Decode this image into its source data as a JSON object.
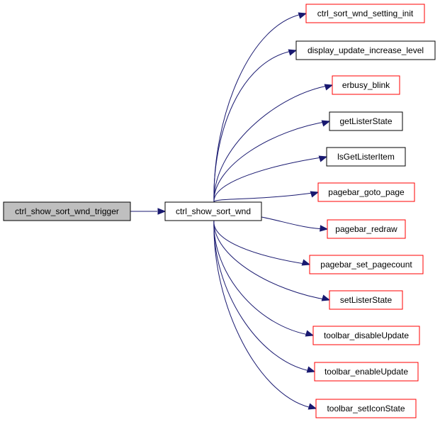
{
  "graph": {
    "root": {
      "label": "ctrl_show_sort_wnd_trigger",
      "fill": "#bfbfbf",
      "border": "#000000"
    },
    "caller": {
      "label": "ctrl_show_sort_wnd",
      "fill": "#ffffff",
      "border": "#000000"
    },
    "callees": [
      {
        "label": "ctrl_sort_wnd_setting_init",
        "border": "#ff0000"
      },
      {
        "label": "display_update_increase_level",
        "border": "#000000"
      },
      {
        "label": "erbusy_blink",
        "border": "#ff0000"
      },
      {
        "label": "getListerState",
        "border": "#000000"
      },
      {
        "label": "lsGetListerItem",
        "border": "#000000"
      },
      {
        "label": "pagebar_goto_page",
        "border": "#ff0000"
      },
      {
        "label": "pagebar_redraw",
        "border": "#ff0000"
      },
      {
        "label": "pagebar_set_pagecount",
        "border": "#ff0000"
      },
      {
        "label": "setListerState",
        "border": "#ff0000"
      },
      {
        "label": "toolbar_disableUpdate",
        "border": "#ff0000"
      },
      {
        "label": "toolbar_enableUpdate",
        "border": "#ff0000"
      },
      {
        "label": "toolbar_setIconState",
        "border": "#ff0000"
      }
    ],
    "edge_color": "#191970"
  }
}
